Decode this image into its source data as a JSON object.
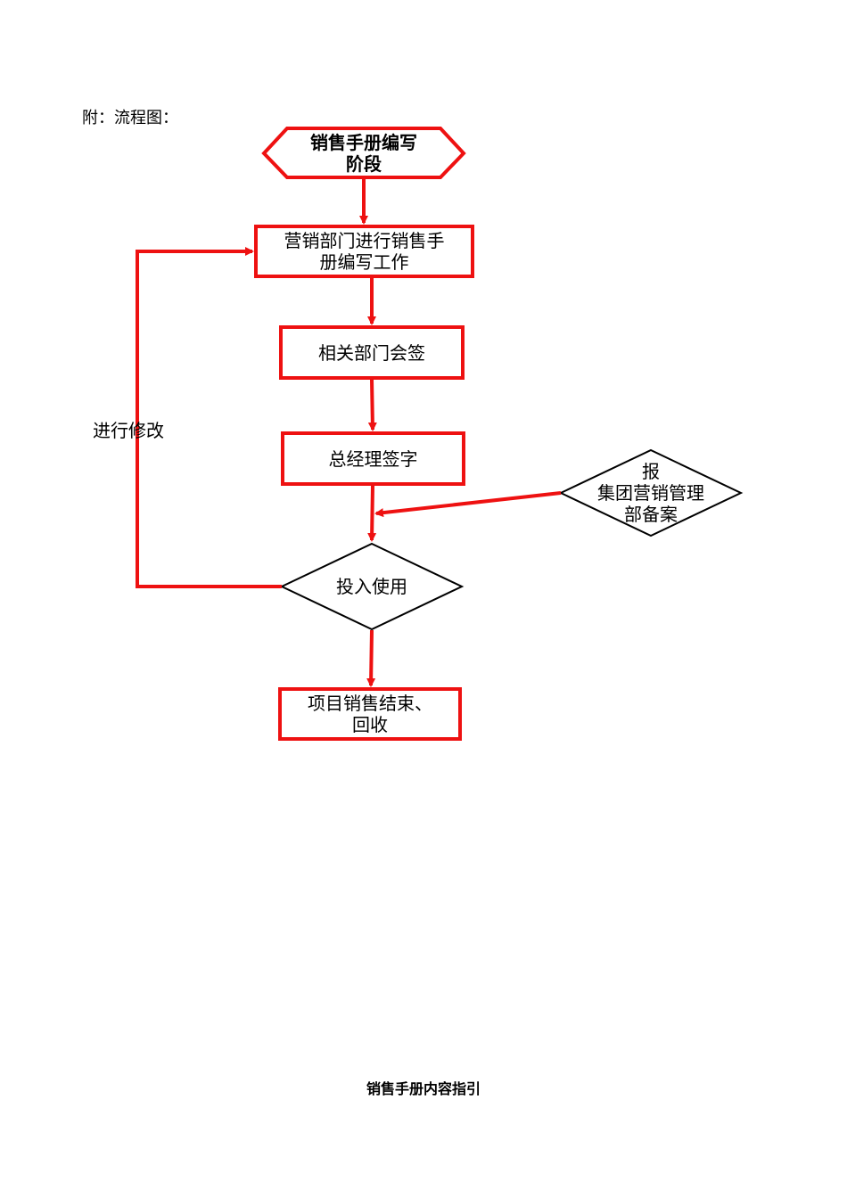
{
  "caption": "附：流程图：",
  "nodes": {
    "start": "销售手册编写\n阶段",
    "compile": "营销部门进行销售手\n册编写工作",
    "countersign": "相关部门会签",
    "gm_sign": "总经理签字",
    "report": "报\n集团营销管理\n部备案",
    "use": "投入使用",
    "end": "项目销售结束、\n回收"
  },
  "loop_label": "进行修改",
  "footer": "销售手册内容指引",
  "colors": {
    "accent": "#ee1111",
    "outline": "#000000"
  }
}
